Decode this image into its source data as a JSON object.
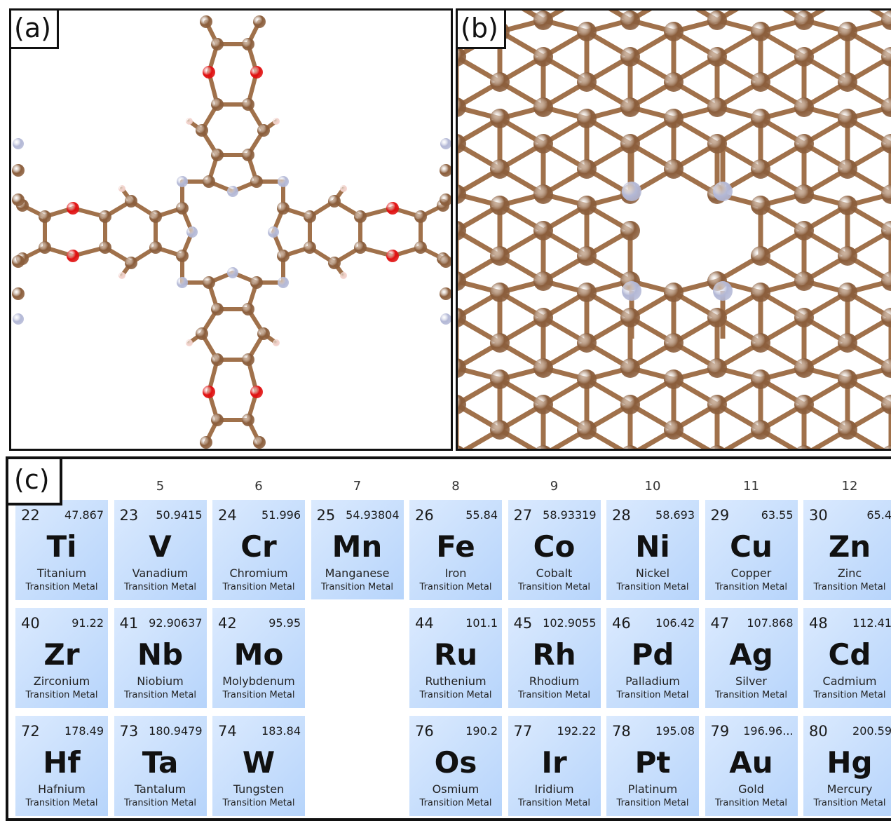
{
  "panels": {
    "a": {
      "label": "(a)"
    },
    "b": {
      "label": "(b)"
    },
    "c": {
      "label": "(c)"
    }
  },
  "colors": {
    "carbon": "#8b5e3c",
    "nitrogen": "#b3b8d6",
    "oxygen": "#e01010",
    "hydrogen": "#f3d2cc",
    "bond": "#a0714b",
    "cell_light": "#dbeafe",
    "cell_dark": "#b6d4fb"
  },
  "periodic_table": {
    "group_numbers": [
      "5",
      "6",
      "7",
      "8",
      "9",
      "10",
      "11",
      "12"
    ],
    "rows": [
      [
        {
          "num": "22",
          "mass": "47.867",
          "sym": "Ti",
          "name": "Titanium",
          "cat": "Transition Metal"
        },
        {
          "num": "23",
          "mass": "50.9415",
          "sym": "V",
          "name": "Vanadium",
          "cat": "Transition Metal"
        },
        {
          "num": "24",
          "mass": "51.996",
          "sym": "Cr",
          "name": "Chromium",
          "cat": "Transition Metal"
        },
        {
          "num": "25",
          "mass": "54.93804",
          "sym": "Mn",
          "name": "Manganese",
          "cat": "Transition Metal"
        },
        {
          "num": "26",
          "mass": "55.84",
          "sym": "Fe",
          "name": "Iron",
          "cat": "Transition Metal"
        },
        {
          "num": "27",
          "mass": "58.93319",
          "sym": "Co",
          "name": "Cobalt",
          "cat": "Transition Metal"
        },
        {
          "num": "28",
          "mass": "58.693",
          "sym": "Ni",
          "name": "Nickel",
          "cat": "Transition Metal"
        },
        {
          "num": "29",
          "mass": "63.55",
          "sym": "Cu",
          "name": "Copper",
          "cat": "Transition Metal"
        },
        {
          "num": "30",
          "mass": "65.4",
          "sym": "Zn",
          "name": "Zinc",
          "cat": "Transition Metal"
        }
      ],
      [
        {
          "num": "40",
          "mass": "91.22",
          "sym": "Zr",
          "name": "Zirconium",
          "cat": "Transition Metal"
        },
        {
          "num": "41",
          "mass": "92.90637",
          "sym": "Nb",
          "name": "Niobium",
          "cat": "Transition Metal"
        },
        {
          "num": "42",
          "mass": "95.95",
          "sym": "Mo",
          "name": "Molybdenum",
          "cat": "Transition Metal"
        },
        null,
        {
          "num": "44",
          "mass": "101.1",
          "sym": "Ru",
          "name": "Ruthenium",
          "cat": "Transition Metal"
        },
        {
          "num": "45",
          "mass": "102.9055",
          "sym": "Rh",
          "name": "Rhodium",
          "cat": "Transition Metal"
        },
        {
          "num": "46",
          "mass": "106.42",
          "sym": "Pd",
          "name": "Palladium",
          "cat": "Transition Metal"
        },
        {
          "num": "47",
          "mass": "107.868",
          "sym": "Ag",
          "name": "Silver",
          "cat": "Transition Metal"
        },
        {
          "num": "48",
          "mass": "112.41",
          "sym": "Cd",
          "name": "Cadmium",
          "cat": "Transition Metal"
        }
      ],
      [
        {
          "num": "72",
          "mass": "178.49",
          "sym": "Hf",
          "name": "Hafnium",
          "cat": "Transition Metal"
        },
        {
          "num": "73",
          "mass": "180.9479",
          "sym": "Ta",
          "name": "Tantalum",
          "cat": "Transition Metal"
        },
        {
          "num": "74",
          "mass": "183.84",
          "sym": "W",
          "name": "Tungsten",
          "cat": "Transition Metal"
        },
        null,
        {
          "num": "76",
          "mass": "190.2",
          "sym": "Os",
          "name": "Osmium",
          "cat": "Transition Metal"
        },
        {
          "num": "77",
          "mass": "192.22",
          "sym": "Ir",
          "name": "Iridium",
          "cat": "Transition Metal"
        },
        {
          "num": "78",
          "mass": "195.08",
          "sym": "Pt",
          "name": "Platinum",
          "cat": "Transition Metal"
        },
        {
          "num": "79",
          "mass": "196.96...",
          "sym": "Au",
          "name": "Gold",
          "cat": "Transition Metal"
        },
        {
          "num": "80",
          "mass": "200.59",
          "sym": "Hg",
          "name": "Mercury",
          "cat": "Transition Metal"
        }
      ]
    ]
  }
}
